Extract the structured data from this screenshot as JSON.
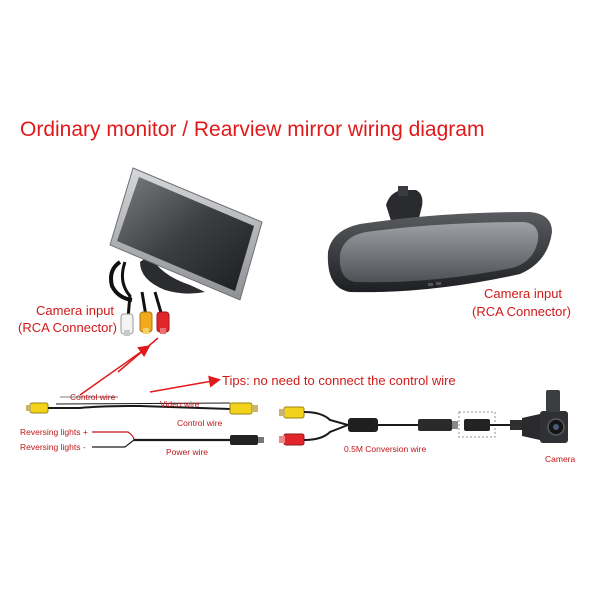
{
  "title": "Ordinary monitor / Rearview mirror wiring diagram",
  "labels": {
    "monitor_input_line1": "Camera input",
    "monitor_input_line2": "(RCA Connector)",
    "mirror_input_line1": "Camera input",
    "mirror_input_line2": "(RCA Connector)",
    "tips": "Tips: no need to connect the control wire",
    "control_wire_top": "Control wire",
    "video_wire": "Video wire",
    "control_wire_right": "Control wire",
    "reversing_plus": "Reversing lights +",
    "reversing_minus": "Reversing lights -",
    "power_wire": "Power wire",
    "conversion_wire": "0.5M Conversion wire",
    "camera": "Camera"
  },
  "colors": {
    "title": "#e0191b",
    "label_red": "#d01a1a",
    "rca_yellow": "#f2d21b",
    "rca_red": "#e0262a",
    "rca_white": "#f4f4f4",
    "wire": "#1a1a1a"
  }
}
